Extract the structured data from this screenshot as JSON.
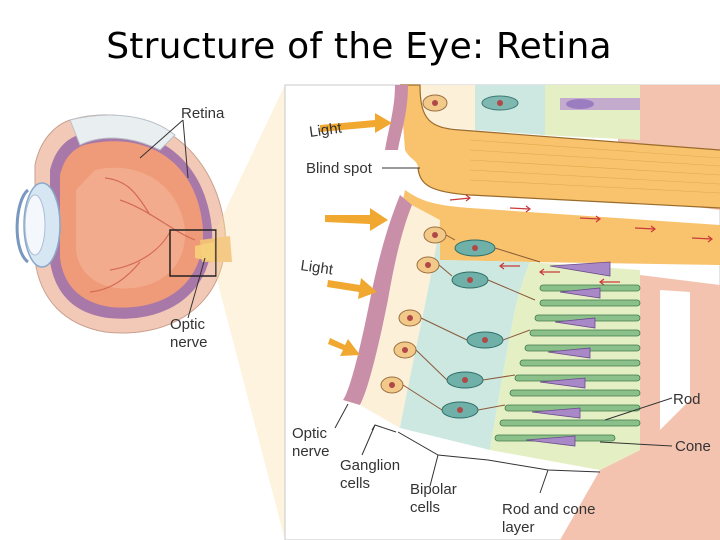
{
  "title": "Structure of the Eye: Retina",
  "labels": {
    "retina": "Retina",
    "optic_nerve_small": "Optic nerve",
    "light_top": "Light",
    "blind_spot": "Blind spot",
    "light_mid": "Light",
    "optic_nerve_big": "Optic nerve",
    "ganglion": "Ganglion cells",
    "bipolar": "Bipolar cells",
    "rodcone": "Rod and cone layer",
    "rod": "Rod",
    "cone": "Cone"
  },
  "colors": {
    "light_arrow": "#f0a830",
    "nerve_band": "#f8c36c",
    "choroid": "#c98fa8",
    "sclera": "#f2c2b0",
    "ganglion_zone": "#fdf0d8",
    "bipolar_zone": "#cde8e0",
    "photoreceptor_zone": "#e4efc4"
  }
}
